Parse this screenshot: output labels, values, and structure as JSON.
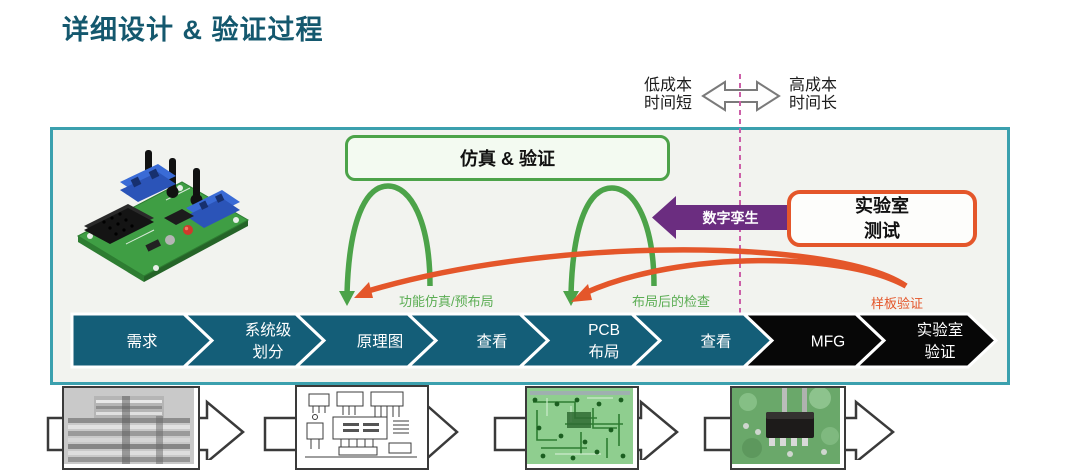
{
  "title": "详细设计 & 验证过程",
  "cost_indicator": {
    "left": "低成本\n时间短",
    "right": "高成本\n时间长"
  },
  "sim_verify_box": {
    "label": "仿真 & 验证"
  },
  "lab_test_box": {
    "line1": "实验室",
    "line2": "测试"
  },
  "digital_twin_arrow": {
    "label": "数字孪生"
  },
  "annotations": {
    "functional_sim": "功能仿真/预布局",
    "post_layout_check": "布局后的检查",
    "sample_verification": "样板验证"
  },
  "process_flow": {
    "steps": [
      {
        "line1": "需求",
        "stage": "design"
      },
      {
        "line1": "系统级",
        "line2": "划分",
        "stage": "design"
      },
      {
        "line1": "原理图",
        "stage": "design"
      },
      {
        "line1": "查看",
        "stage": "design"
      },
      {
        "line1": "PCB",
        "line2": "布局",
        "stage": "design"
      },
      {
        "line1": "查看",
        "stage": "design"
      },
      {
        "line1": "MFG",
        "stage": "manufacturing"
      },
      {
        "line1": "实验室",
        "line2": "验证",
        "stage": "manufacturing"
      }
    ]
  },
  "colors": {
    "chevron_design": "#145E78",
    "chevron_manufacturing": "#070707",
    "green_accent": "#4CA349",
    "orange_accent": "#E4562A",
    "purple_accent": "#6B2D80",
    "magenta_dashed_line": "#CC5FA8",
    "container_border": "#3BA0AE",
    "title_color": "#14586E"
  }
}
